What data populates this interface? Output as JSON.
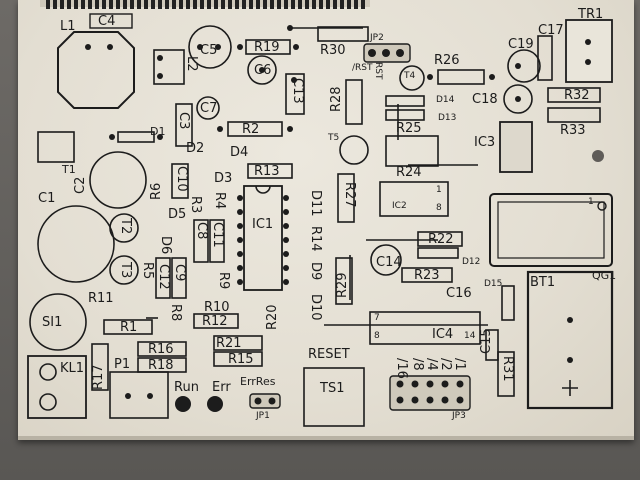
{
  "labels": {
    "c4": "C4",
    "l1": "L1",
    "c5": "C5",
    "r19": "R19",
    "r30": "R30",
    "jp2": "JP2",
    "c17": "C17",
    "tr1": "TR1",
    "l2": "L2",
    "c6": "C6",
    "c13": "C13",
    "rst_bar": "/RST",
    "rst": "RST",
    "t4": "T4",
    "r26": "R26",
    "c19": "C19",
    "r28": "R28",
    "d14": "D14",
    "c18": "C18",
    "r32": "R32",
    "c7": "C7",
    "c3": "C3",
    "r2": "R2",
    "d13": "D13",
    "r25": "R25",
    "r33": "R33",
    "d1": "D1",
    "t1": "T1",
    "d2": "D2",
    "d4": "D4",
    "t5": "T5",
    "ic3": "IC3",
    "c2": "C2",
    "r13": "R13",
    "r6": "R6",
    "c10": "C10",
    "d3": "D3",
    "r24": "R24",
    "c1": "C1",
    "r27": "R27",
    "d5": "D5",
    "r3": "R3",
    "r4": "R4",
    "d11": "D11",
    "ic2": "IC2",
    "t2": "T2",
    "c8": "C8",
    "c11": "C11",
    "ic1": "IC1",
    "r14": "R14",
    "r22": "R22",
    "d6": "D6",
    "d9": "D9",
    "c14": "C14",
    "d12": "D12",
    "t3": "T3",
    "r5": "R5",
    "c12": "C12",
    "c9": "C9",
    "r9": "R9",
    "r29": "R29",
    "r23": "R23",
    "qg1": "QG1",
    "r11": "R11",
    "d10": "D10",
    "c16": "C16",
    "d15": "D15",
    "bt1": "BT1",
    "r8": "R8",
    "r10": "R10",
    "r20": "R20",
    "si1": "SI1",
    "r1": "R1",
    "r12": "R12",
    "ic4": "IC4",
    "c15": "C15",
    "kl1": "KL1",
    "r21": "R21",
    "reset": "RESET",
    "r16": "R16",
    "r17": "R17",
    "p1": "P1",
    "r15": "R15",
    "r18": "R18",
    "j16": "/16",
    "j8": "/8",
    "j4": "/4",
    "j2": "/2",
    "j1": "/1",
    "r31": "R31",
    "run": "Run",
    "err": "Err",
    "errres": "ErrRes",
    "ts1": "TS1",
    "jp1": "JP1",
    "jp3": "JP3",
    "p7": "7",
    "p8": "8",
    "p14": "14",
    "p1a": "1",
    "p8b": "8",
    "p1c": "1"
  },
  "colors": {
    "board": "#e6e2d7",
    "silk": "#1c1c1c",
    "pad": "#1a1a1a",
    "background": "#5f5c58"
  }
}
